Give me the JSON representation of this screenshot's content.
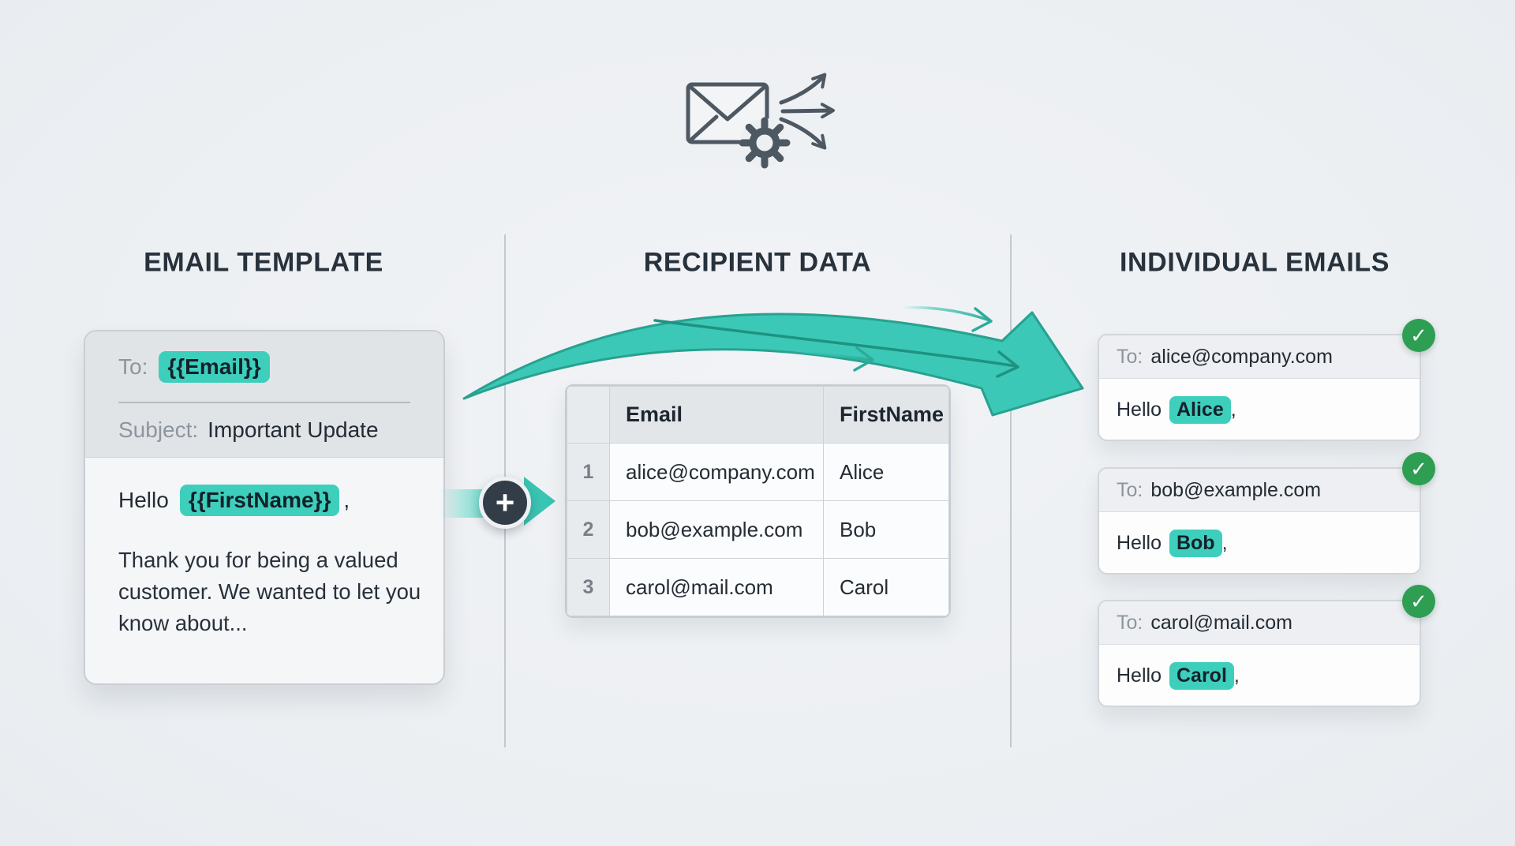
{
  "colors": {
    "background": "#edf0f3",
    "accent_teal": "#3ecfbc",
    "swoosh_teal": "#3cc8b6",
    "success_green": "#2e9e52",
    "heading": "#28323c",
    "icon_gray": "#4e5862"
  },
  "icons": {
    "top": "mail-merge-icon",
    "plus_glyph": "+",
    "check_glyph": "✓"
  },
  "columns": [
    {
      "title": "EMAIL TEMPLATE"
    },
    {
      "title": "RECIPIENT DATA"
    },
    {
      "title": "INDIVIDUAL EMAILS"
    }
  ],
  "template_card": {
    "to_label": "To:",
    "to_value": "{{Email}}",
    "subject_label": "Subject:",
    "subject_value": "Important Update",
    "greeting_prefix": "Hello",
    "greeting_token": "{{FirstName}}",
    "greeting_suffix": ",",
    "body": "Thank you for being a valued customer. We wanted to let you know about..."
  },
  "recipient_table": {
    "headers": [
      "",
      "Email",
      "FirstName"
    ],
    "rows": [
      {
        "num": "1",
        "email": "alice@company.com",
        "first_name": "Alice"
      },
      {
        "num": "2",
        "email": "bob@example.com",
        "first_name": "Bob"
      },
      {
        "num": "3",
        "email": "carol@mail.com",
        "first_name": "Carol"
      }
    ]
  },
  "individual_emails": [
    {
      "to_label": "To:",
      "to_value": "alice@company.com",
      "greeting_prefix": "Hello",
      "first_name": "Alice",
      "greeting_suffix": ","
    },
    {
      "to_label": "To:",
      "to_value": "bob@example.com",
      "greeting_prefix": "Hello",
      "first_name": "Bob",
      "greeting_suffix": ","
    },
    {
      "to_label": "To:",
      "to_value": "carol@mail.com",
      "greeting_prefix": "Hello",
      "first_name": "Carol",
      "greeting_suffix": ","
    }
  ]
}
